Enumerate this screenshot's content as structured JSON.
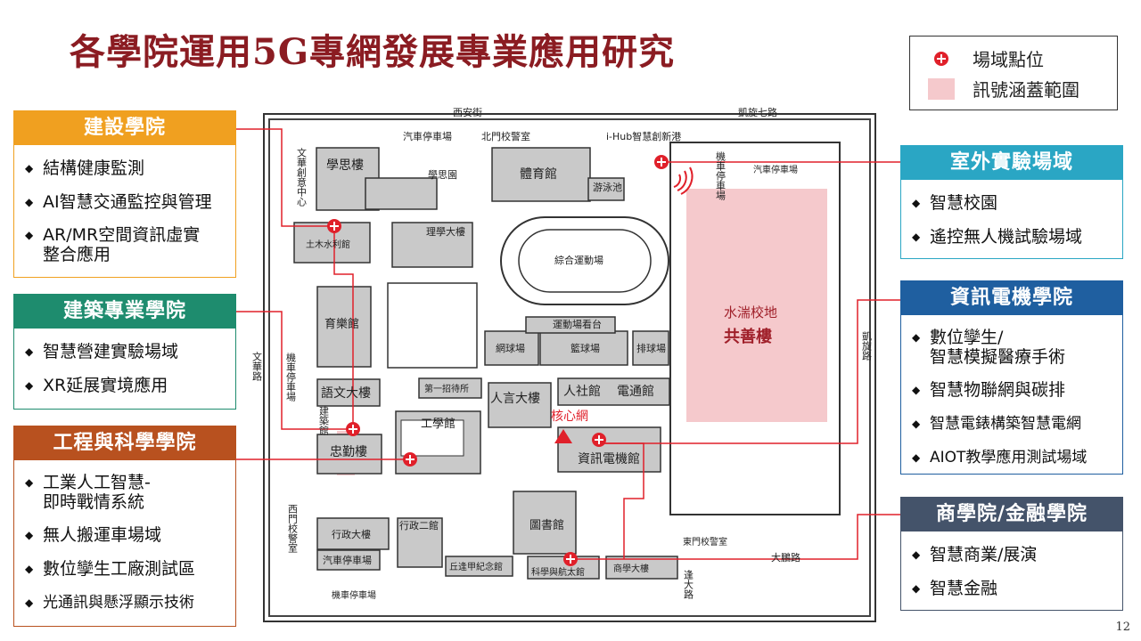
{
  "title": "各學院運用5G專網發展專業應用研究",
  "legend": {
    "site_label": "場域點位",
    "coverage_label": "訊號涵蓋範圍"
  },
  "colleges": {
    "construction": {
      "name": "建設學院",
      "color": "#f0a020",
      "items": [
        "結構健康監測",
        "AI智慧交通監控與管理",
        "AR/MR空間資訊虛實",
        "整合應用"
      ]
    },
    "architecture": {
      "name": "建築專業學院",
      "color": "#1e8c6e",
      "items": [
        "智慧營建實驗場域",
        "XR延展實境應用"
      ]
    },
    "engineering": {
      "name": "工程與科學學院",
      "color": "#b8511f",
      "items": [
        "工業人工智慧-",
        "即時戰情系統",
        "無人搬運車場域",
        "數位孿生工廠測試區",
        "光通訊與懸浮顯示技術"
      ]
    },
    "outdoor": {
      "name": "室外實驗場域",
      "color": "#2aa6c4",
      "items": [
        "智慧校園",
        "遙控無人機試驗場域"
      ]
    },
    "eecs": {
      "name": "資訊電機學院",
      "color": "#1f5fa0",
      "items": [
        "數位孿生/",
        "智慧模擬醫療手術",
        "智慧物聯網與碳排",
        "智慧電錶構築智慧電網",
        "AIOT教學應用測試場域"
      ]
    },
    "business": {
      "name": "商學院/金融學院",
      "color": "#44536a",
      "items": [
        "智慧商業/展演",
        "智慧金融"
      ]
    }
  },
  "map": {
    "roads": {
      "xian": "西安街",
      "kaixuan7": "凱旋七路",
      "wenhua": "文華路",
      "kaixuan": "凱旋路",
      "dadeng": "大鵬路",
      "feng": "逢大路"
    },
    "buildings": {
      "xuesi": "學思樓",
      "xuesi_yuan": "學思園",
      "tiyu": "體育館",
      "swim": "游泳池",
      "ihub": "i-Hub智慧創新港",
      "north_police": "北門校警室",
      "car_park_n": "汽車停車場",
      "civil": "土木水利館",
      "science": "理學大樓",
      "sports_field": "綜合運動場",
      "wenhua_center": "文華創意中心",
      "yule": "育樂館",
      "water": "水湍校地",
      "gongshan": "共善樓",
      "volley": "網球場",
      "basket": "籃球場",
      "badminton": "排球場",
      "sports_stand": "運動場看台",
      "chinese": "語文大樓",
      "zhaodai": "第一招待所",
      "renyan": "人言大樓",
      "renshe": "人社館",
      "dianxin": "電通館",
      "gongxue": "工學館",
      "core_net": "核心網",
      "info_elec": "資訊電機館",
      "zhongqin": "忠勤樓",
      "jianzhu": "建築館",
      "admin": "行政大樓",
      "admin2": "行政二館",
      "library": "圖書館",
      "west_police": "西門校警室",
      "car_park_w": "汽車停車場",
      "qiujia": "丘逢甲紀念館",
      "sci_aero": "科學與航太館",
      "business_bldg": "商學大樓",
      "east_police": "東門校警室",
      "bike_park": "機車停車場",
      "car_park_r": "汽車停車場",
      "bike_park_r": "機車停車場",
      "bike_park_s": "機車停車場",
      "car_park_vert": "汽車停車場"
    }
  },
  "page_number": "12"
}
